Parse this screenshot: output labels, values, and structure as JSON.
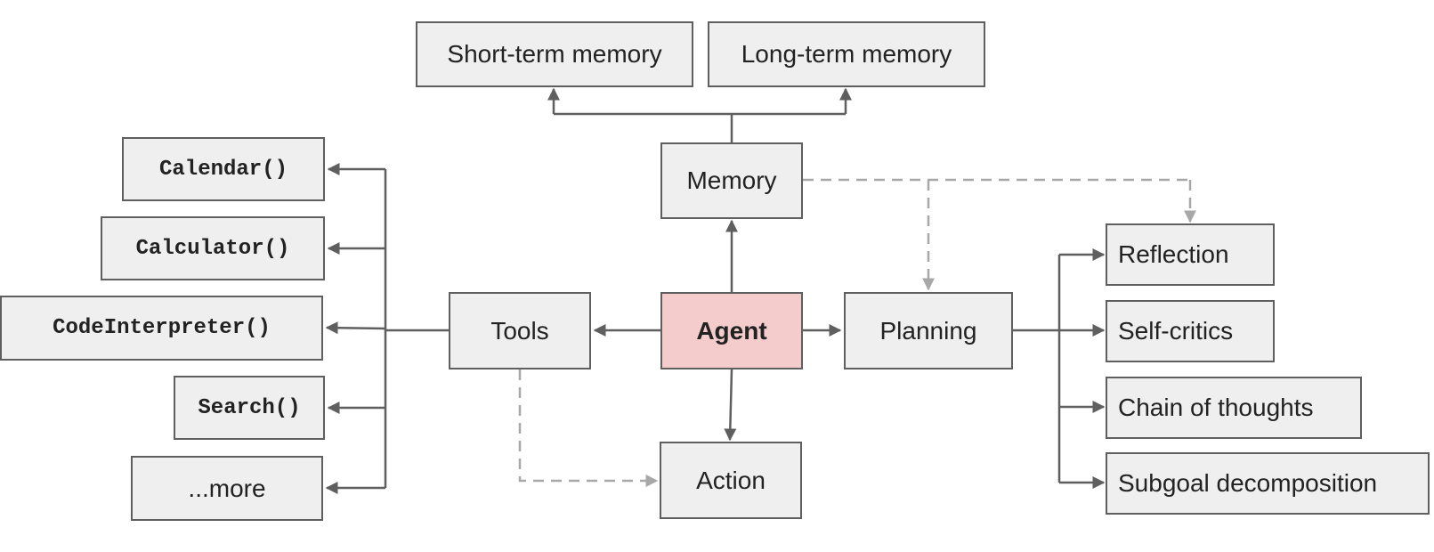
{
  "nodes": {
    "short_term_memory": "Short-term memory",
    "long_term_memory": "Long-term memory",
    "memory": "Memory",
    "agent": "Agent",
    "tools": "Tools",
    "planning": "Planning",
    "action": "Action",
    "calendar": "Calendar()",
    "calculator": "Calculator()",
    "code_interpreter": "CodeInterpreter()",
    "search": "Search()",
    "more": "...more",
    "reflection": "Reflection",
    "self_critics": "Self-critics",
    "chain_of_thoughts": "Chain of thoughts",
    "subgoal_decomposition": "Subgoal decomposition"
  },
  "colors": {
    "node_fill": "#efefef",
    "node_border": "#5f5f5f",
    "agent_fill": "#f4cccc",
    "solid_edge": "#5f5f5f",
    "dashed_edge": "#a8a8a8"
  },
  "edges": [
    {
      "from": "agent",
      "to": "memory",
      "style": "solid"
    },
    {
      "from": "agent",
      "to": "tools",
      "style": "solid"
    },
    {
      "from": "agent",
      "to": "planning",
      "style": "solid"
    },
    {
      "from": "agent",
      "to": "action",
      "style": "solid"
    },
    {
      "from": "memory",
      "to": "short_term_memory",
      "style": "solid"
    },
    {
      "from": "memory",
      "to": "long_term_memory",
      "style": "solid"
    },
    {
      "from": "tools",
      "to": "calendar",
      "style": "solid"
    },
    {
      "from": "tools",
      "to": "calculator",
      "style": "solid"
    },
    {
      "from": "tools",
      "to": "code_interpreter",
      "style": "solid"
    },
    {
      "from": "tools",
      "to": "search",
      "style": "solid"
    },
    {
      "from": "tools",
      "to": "more",
      "style": "solid"
    },
    {
      "from": "planning",
      "to": "reflection",
      "style": "solid"
    },
    {
      "from": "planning",
      "to": "self_critics",
      "style": "solid"
    },
    {
      "from": "planning",
      "to": "chain_of_thoughts",
      "style": "solid"
    },
    {
      "from": "planning",
      "to": "subgoal_decomposition",
      "style": "solid"
    },
    {
      "from": "memory",
      "to": "planning",
      "style": "dashed"
    },
    {
      "from": "memory",
      "to": "reflection",
      "style": "dashed"
    },
    {
      "from": "tools",
      "to": "action",
      "style": "dashed"
    }
  ]
}
